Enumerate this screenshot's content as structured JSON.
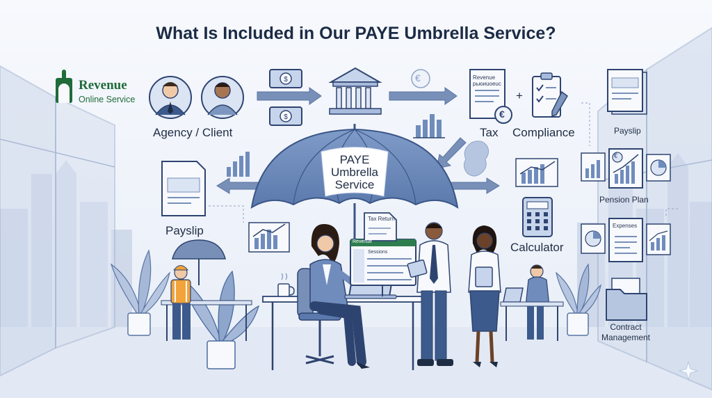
{
  "title": "What Is Included in Our PAYE Umbrella Service?",
  "brand": {
    "name": "Revenue",
    "tagline": "Online Service"
  },
  "umbrella_label": [
    "PAYE",
    "Umbrella",
    "Service"
  ],
  "labels": {
    "agency_client": "Agency / Client",
    "tax": "Tax",
    "plus": "+",
    "compliance": "Compliance",
    "payslip_left": "Payslip",
    "calculator": "Calculator",
    "payslip_right": "Payslip",
    "pension_plan": "Pension Plan",
    "contract_management": [
      "Contract",
      "Management"
    ]
  },
  "doc_labels": {
    "tax_doc": [
      "Revenue",
      "рьюиuoeuc"
    ],
    "tax_return": "Tax Return",
    "expenses": "Expenses",
    "laptop_app": "Revenue",
    "laptop_heading": "Sessions"
  },
  "currency_symbol": "€",
  "money_symbol": "$",
  "colors": {
    "accent": "#4a6a9e",
    "dark": "#2e4470",
    "light": "#dbe4f3",
    "brand_green": "#1f6b3a"
  }
}
